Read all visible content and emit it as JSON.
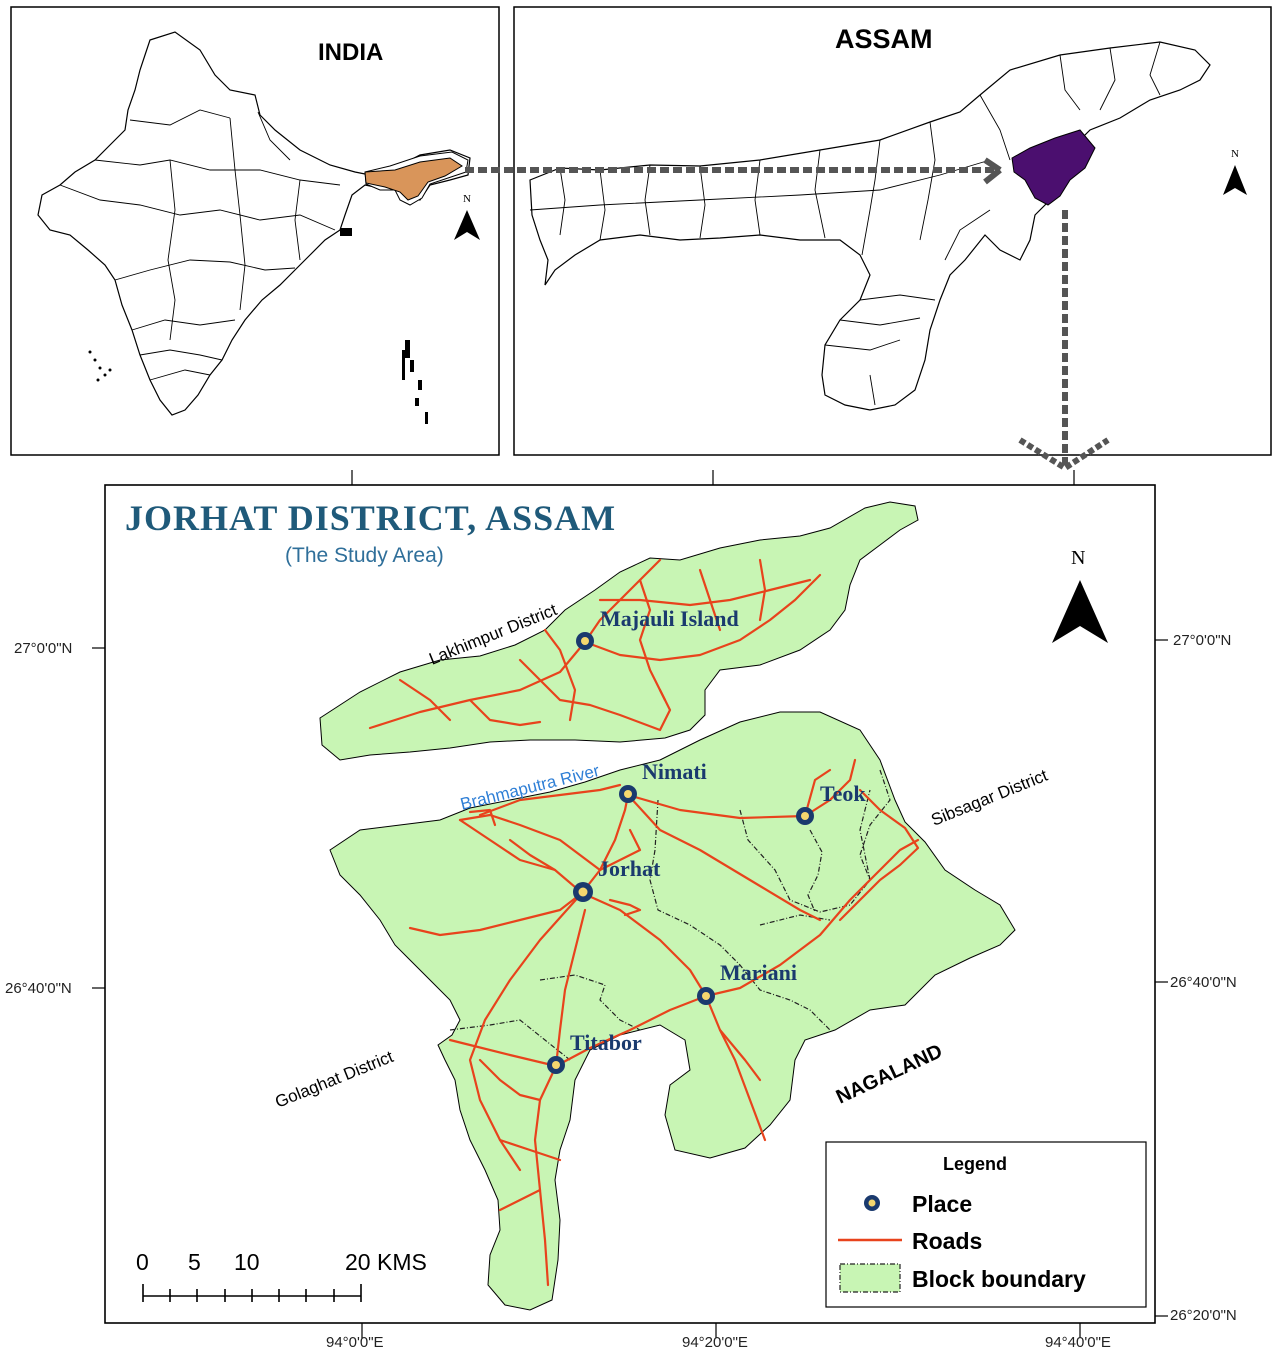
{
  "india_panel": {
    "title": "INDIA",
    "north_label": "N",
    "highlight_color": "#d9955a"
  },
  "assam_panel": {
    "title": "ASSAM",
    "north_label": "N",
    "highlight_color": "#4b0f6f"
  },
  "main_map": {
    "title": "JORHAT DISTRICT, ASSAM",
    "subtitle": "(The Study Area)",
    "north_label": "N",
    "land_color": "#c8f5b4",
    "road_color": "#e8431c",
    "places": [
      {
        "id": "majauli",
        "name": "Majauli Island"
      },
      {
        "id": "nimati",
        "name": "Nimati"
      },
      {
        "id": "teok",
        "name": "Teok"
      },
      {
        "id": "jorhat",
        "name": "Jorhat"
      },
      {
        "id": "mariani",
        "name": "Mariani"
      },
      {
        "id": "titabor",
        "name": "Titabor"
      }
    ],
    "region_labels": {
      "lakhimpur": "Lakhimpur District",
      "sibsagar": "Sibsagar District",
      "golaghat": "Golaghat District",
      "nagaland": "NAGALAND",
      "river": "Brahmaputra River"
    },
    "latitude_labels": {
      "lat_27": "27°0'0\"N",
      "lat_26_40": "26°40'0\"N",
      "lat_26_20": "26°20'0\"N"
    },
    "longitude_labels": {
      "lon_94_0": "94°0'0\"E",
      "lon_94_20": "94°20'0\"E",
      "lon_94_40": "94°40'0\"E"
    },
    "scale_bar": {
      "t0": "0",
      "t5": "5",
      "t10": "10",
      "t20": "20 KMS"
    },
    "legend": {
      "title": "Legend",
      "place": "Place",
      "roads": "Roads",
      "block_boundary": "Block boundary"
    }
  }
}
